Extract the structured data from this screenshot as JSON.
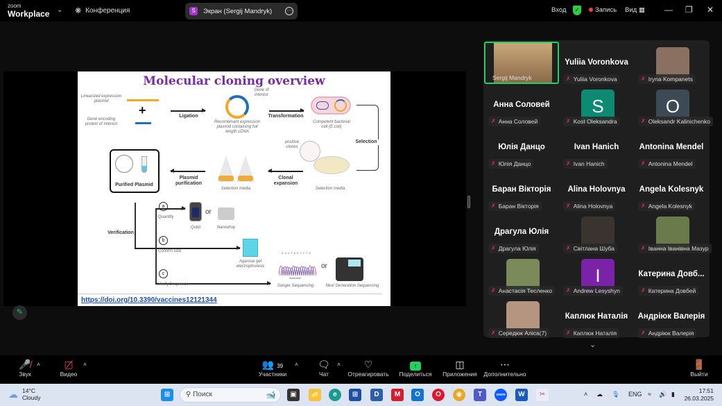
{
  "titlebar": {
    "logo_small": "zoom",
    "logo_big": "Workplace",
    "meeting_label": "Конференция",
    "share_badge": "S",
    "share_title": "Экран (Sergij Mandryk)",
    "signin": "Вход",
    "record": "Запись",
    "view": "Вид"
  },
  "slide": {
    "title": "Molecular cloning overview",
    "labels": {
      "linearized": "Linearized expression plasmid",
      "gene_encoding": "Gene encoding protein of interest",
      "ligation": "Ligation",
      "gene_of_interest": "Gene of interest",
      "recombinant": "Recombinant expression plasmid containing full length cDNA",
      "transformation": "Transformation",
      "competent": "Competent bacterial cell (E.coli)",
      "selection": "Selection",
      "positive_clones": "positive clones",
      "selection_media_1": "Selection media",
      "selection_media_2": "Selection media",
      "clonal_expansion": "Clonal expansion",
      "plasmid_purification": "Plasmid purification",
      "purified_plasmid": "Purified Plasmid",
      "verification": "Verification",
      "a": "a",
      "b": "b",
      "c": "c",
      "quantify": "Quantify",
      "confirm_size": "Confirm size",
      "verify_sequence": "Verify Sequence",
      "qubit": "Qubit",
      "nanodrop": "Nanodrop",
      "or1": "or",
      "or2": "or",
      "agarose": "Agarose gel electrophoresis",
      "sanger": "Sanger Sequencing",
      "ngs": "Next Generation Sequencing",
      "nucleotide": "Nucleotide",
      "seq_letters": "GACTAGTCTG"
    },
    "doi": "https://doi.org/10.3390/vaccines12121344"
  },
  "gallery": {
    "participants": [
      {
        "name": "Sergij Mandryk",
        "type": "video",
        "color": "#9a7a55",
        "active": true
      },
      {
        "name": "Yuliia Voronkova",
        "type": "name",
        "display": "Yuliia Voronkova"
      },
      {
        "name": "Iryna Kompanets",
        "type": "photo",
        "color": "#8a7060"
      },
      {
        "name": "Анна Соловей",
        "type": "name",
        "display": "Анна Соловей"
      },
      {
        "name": "Kost Oleksandra",
        "type": "letter",
        "letter": "S",
        "color": "#0e8a73"
      },
      {
        "name": "Oleksandr Kalinichenko",
        "type": "letter",
        "letter": "O",
        "color": "#3c4a55"
      },
      {
        "name": "Юлія Данцо",
        "type": "name",
        "display": "Юлія Данцо"
      },
      {
        "name": "Ivan Hanich",
        "type": "name",
        "display": "Ivan Hanich"
      },
      {
        "name": "Antonina Mendel",
        "type": "name",
        "display": "Antonina Mendel"
      },
      {
        "name": "Баран Вікторія",
        "type": "name",
        "display": "Баран Вікторія"
      },
      {
        "name": "Alina Holovnya",
        "type": "name",
        "display": "Alina Holovnya"
      },
      {
        "name": "Angela Kolesnyk",
        "type": "name",
        "display": "Angela Kolesnyk"
      },
      {
        "name": "Драгула Юлія",
        "type": "name",
        "display": "Драгула Юлія"
      },
      {
        "name": "Світлана Шуба",
        "type": "photo",
        "color": "#3a3430"
      },
      {
        "name": "Іванна Іванівна Мазур",
        "type": "photo",
        "color": "#6b7a4a"
      },
      {
        "name": "Анастасія Тесленко",
        "type": "photo",
        "color": "#7a8a5a"
      },
      {
        "name": "Andrew Lesyshyn",
        "type": "letter",
        "letter": "I",
        "color": "#7a22a8"
      },
      {
        "name": "Катерина Довбей",
        "type": "name",
        "display": "Катерина Довб..."
      },
      {
        "name": "Середюк Аліса(7)",
        "type": "photo",
        "color": "#b59480"
      },
      {
        "name": "Каплюк Наталія",
        "type": "name",
        "display": "Каплюк Наталія"
      },
      {
        "name": "Андріюк Валерія",
        "type": "name",
        "display": "Андріюк Валерія"
      }
    ]
  },
  "toolbar": {
    "audio": "Звук",
    "video": "Видео",
    "participants": "Участники",
    "participants_count": "39",
    "chat": "Чат",
    "react": "Отреагировать",
    "share": "Поделиться",
    "apps": "Приложения",
    "more": "Дополнительно",
    "leave": "Выйти"
  },
  "taskbar": {
    "temp": "14°C",
    "condition": "Cloudy",
    "search_placeholder": "Поиск",
    "lang": "ENG",
    "time": "17:51",
    "date": "26.03.2025"
  }
}
